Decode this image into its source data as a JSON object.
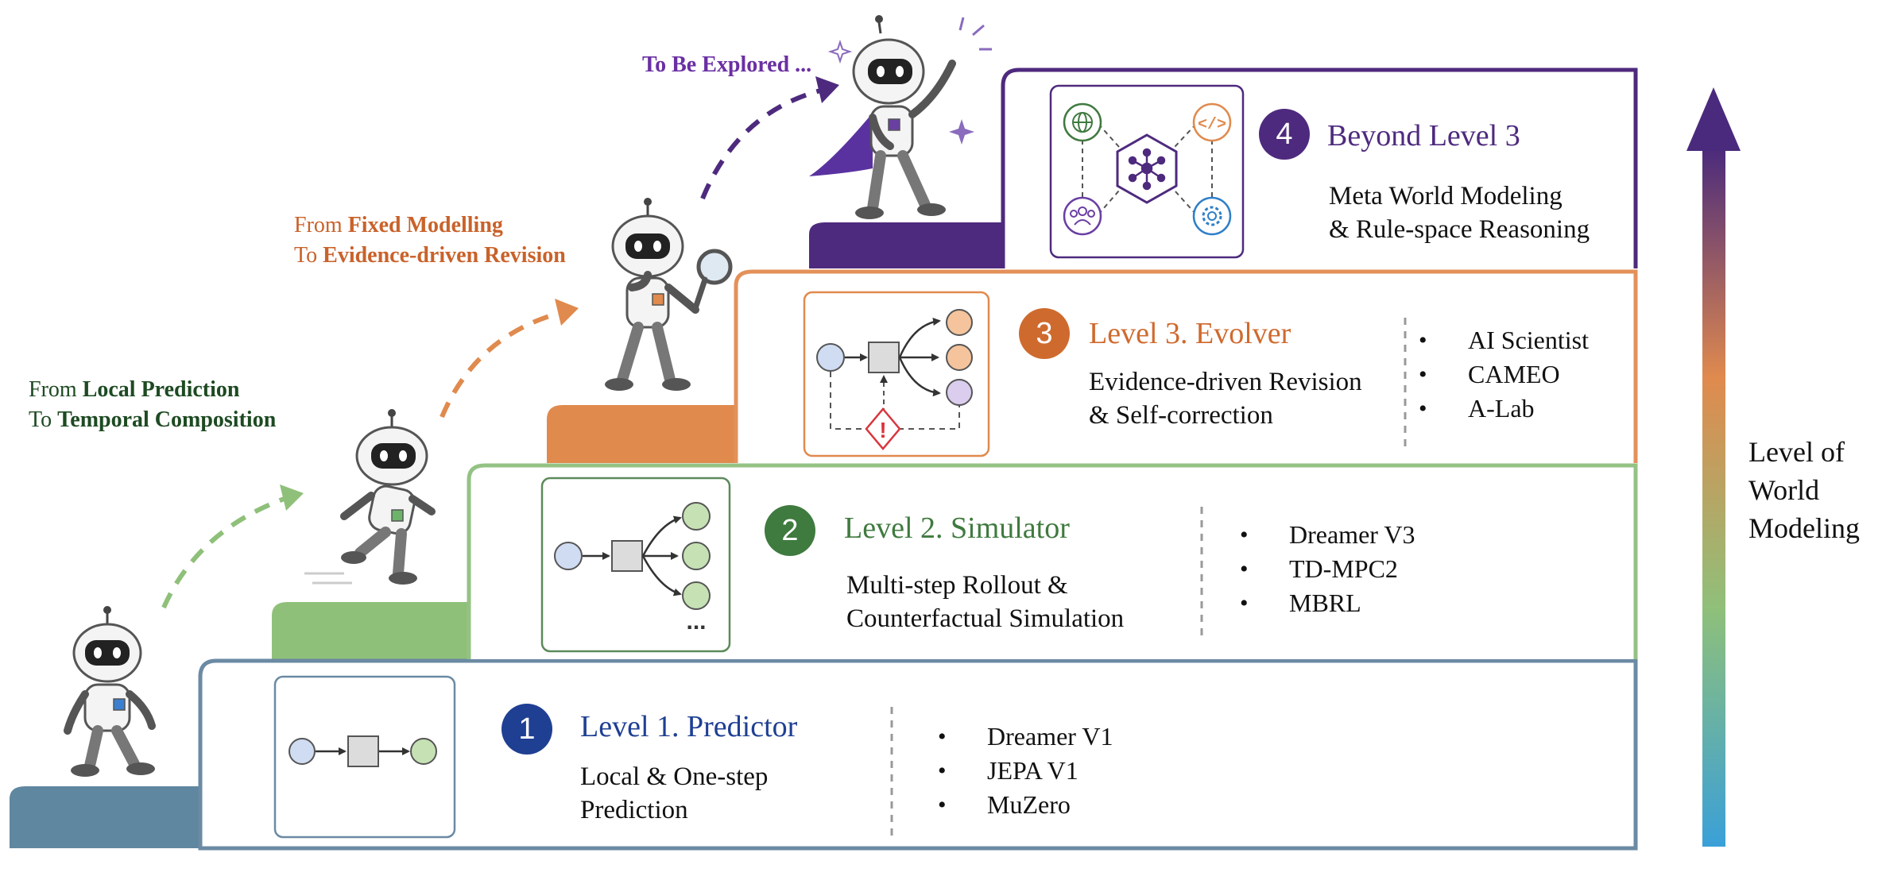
{
  "axis": {
    "label_lines": [
      "Level of",
      "World",
      "Modeling"
    ],
    "gradient_colors": [
      "#4a2a7c",
      "#e08a4e",
      "#8fc07a",
      "#3aa0d8"
    ]
  },
  "levels": [
    {
      "number": "1",
      "title": "Level 1. Predictor",
      "desc_lines": [
        "Local & One-step",
        "Prediction"
      ],
      "examples": [
        "Dreamer V1",
        "JEPA V1",
        "MuZero"
      ],
      "color": "#1f3f93",
      "frame_color": "#6b8aa4"
    },
    {
      "number": "2",
      "title": "Level 2. Simulator",
      "desc_lines": [
        "Multi-step Rollout &",
        "Counterfactual Simulation"
      ],
      "examples": [
        "Dreamer V3",
        "TD-MPC2",
        "MBRL"
      ],
      "color": "#3f7a3f",
      "frame_color": "#94c284"
    },
    {
      "number": "3",
      "title": "Level 3. Evolver",
      "desc_lines": [
        "Evidence-driven Revision",
        "& Self-correction"
      ],
      "examples": [
        "AI Scientist",
        "CAMEO",
        "A-Lab"
      ],
      "color": "#cf6a2e",
      "frame_color": "#e3915a"
    },
    {
      "number": "4",
      "title": "Beyond Level 3",
      "desc_lines": [
        "Meta World Modeling",
        "& Rule-space Reasoning"
      ],
      "color": "#4e2a7e",
      "frame_color": "#4e2a7e"
    }
  ],
  "transitions": [
    {
      "from_prefix": "From ",
      "from_bold": "Local Prediction",
      "to_prefix": "To ",
      "to_bold": "Temporal Composition",
      "color": "#1d4a22"
    },
    {
      "from_prefix": "From ",
      "from_bold": "Fixed Modelling",
      "to_prefix": "To ",
      "to_bold": "Evidence-driven Revision",
      "color": "#c9622a"
    },
    {
      "text": "To Be Explored ...",
      "color": "#6a2fa3"
    }
  ],
  "icons": {
    "level1_diagram": "predictor-flow-icon",
    "level2_diagram": "simulator-branch-icon",
    "level3_diagram": "evolver-feedback-icon",
    "level4_diagram": "meta-network-icon",
    "robots": [
      "robot-walking-icon",
      "robot-running-icon",
      "robot-magnifier-icon",
      "robot-hero-icon"
    ]
  },
  "level2_more": "..."
}
